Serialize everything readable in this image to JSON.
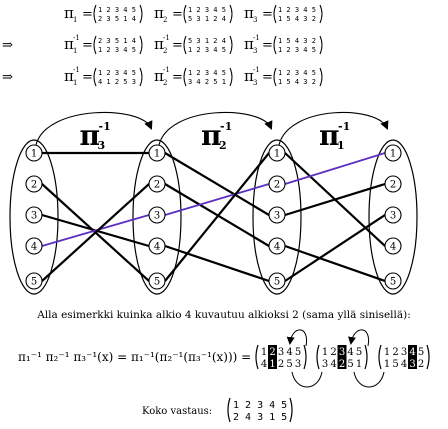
{
  "title_rows": {
    "row1": [
      {
        "label": "π",
        "sub": "1",
        "sup": "",
        "top": "1 2 3 4 5",
        "bottom": "2 3 5 1 4"
      },
      {
        "label": "π",
        "sub": "2",
        "sup": "",
        "top": "1 2 3 4 5",
        "bottom": "5 3 1 2 4"
      },
      {
        "label": "π",
        "sub": "3",
        "sup": "",
        "top": "1 2 3 4 5",
        "bottom": "1 5 4 3 2"
      }
    ],
    "row2": [
      {
        "label": "π",
        "sub": "1",
        "sup": "-1",
        "top": "2 3 5 1 4",
        "bottom": "1 2 3 4 5"
      },
      {
        "label": "π",
        "sub": "2",
        "sup": "-1",
        "top": "5 3 1 2 4",
        "bottom": "1 2 3 4 5"
      },
      {
        "label": "π",
        "sub": "3",
        "sup": "-1",
        "top": "1 5 4 3 2",
        "bottom": "1 2 3 4 5"
      }
    ],
    "row3": [
      {
        "label": "π",
        "sub": "1",
        "sup": "-1",
        "top": "1 2 3 4 5",
        "bottom": "4 1 2 5 3"
      },
      {
        "label": "π",
        "sub": "2",
        "sup": "-1",
        "top": "1 2 3 4 5",
        "bottom": "3 4 2 5 1"
      },
      {
        "label": "π",
        "sub": "3",
        "sup": "-1",
        "top": "1 2 3 4 5",
        "bottom": "1 5 4 3 2"
      }
    ],
    "implies": "⇒"
  },
  "diagram": {
    "arc_labels": [
      {
        "label": "π",
        "sub": "3",
        "sup": "-1"
      },
      {
        "label": "π",
        "sub": "2",
        "sup": "-1"
      },
      {
        "label": "π",
        "sub": "1",
        "sup": "-1"
      }
    ],
    "node_labels": [
      "1",
      "2",
      "3",
      "4",
      "5"
    ],
    "mappings": [
      [
        [
          1,
          1
        ],
        [
          2,
          5
        ],
        [
          3,
          4
        ],
        [
          4,
          3
        ],
        [
          5,
          2
        ]
      ],
      [
        [
          1,
          3
        ],
        [
          2,
          4
        ],
        [
          3,
          2
        ],
        [
          4,
          5
        ],
        [
          5,
          1
        ]
      ],
      [
        [
          1,
          4
        ],
        [
          2,
          1
        ],
        [
          3,
          2
        ],
        [
          4,
          5
        ],
        [
          5,
          3
        ]
      ]
    ],
    "highlight_element": 4,
    "highlight_color": "#5a2fc2"
  },
  "caption": "Alla esimerkki kuinka alkio 4 kuvautuu alkioksi 2 (sama yllä sinisellä):",
  "formula": {
    "lhs": "π₁⁻¹ π₂⁻¹ π₃⁻¹(x) = π₁⁻¹(π₂⁻¹(π₃⁻¹(x))) =",
    "matrices": [
      {
        "top": [
          "1",
          "2",
          "3",
          "4",
          "5"
        ],
        "bottom": [
          "4",
          "1",
          "2",
          "5",
          "3"
        ],
        "highlight_index": 1
      },
      {
        "top": [
          "1",
          "2",
          "3",
          "4",
          "5"
        ],
        "bottom": [
          "3",
          "4",
          "2",
          "5",
          "1"
        ],
        "highlight_index": 2
      },
      {
        "top": [
          "1",
          "2",
          "3",
          "4",
          "5"
        ],
        "bottom": [
          "1",
          "5",
          "4",
          "3",
          "2"
        ],
        "highlight_index": 3
      }
    ]
  },
  "answer": {
    "label": "Koko vastaus:",
    "top": "1 2 3 4 5",
    "bottom": "2 4 3 1 5"
  }
}
